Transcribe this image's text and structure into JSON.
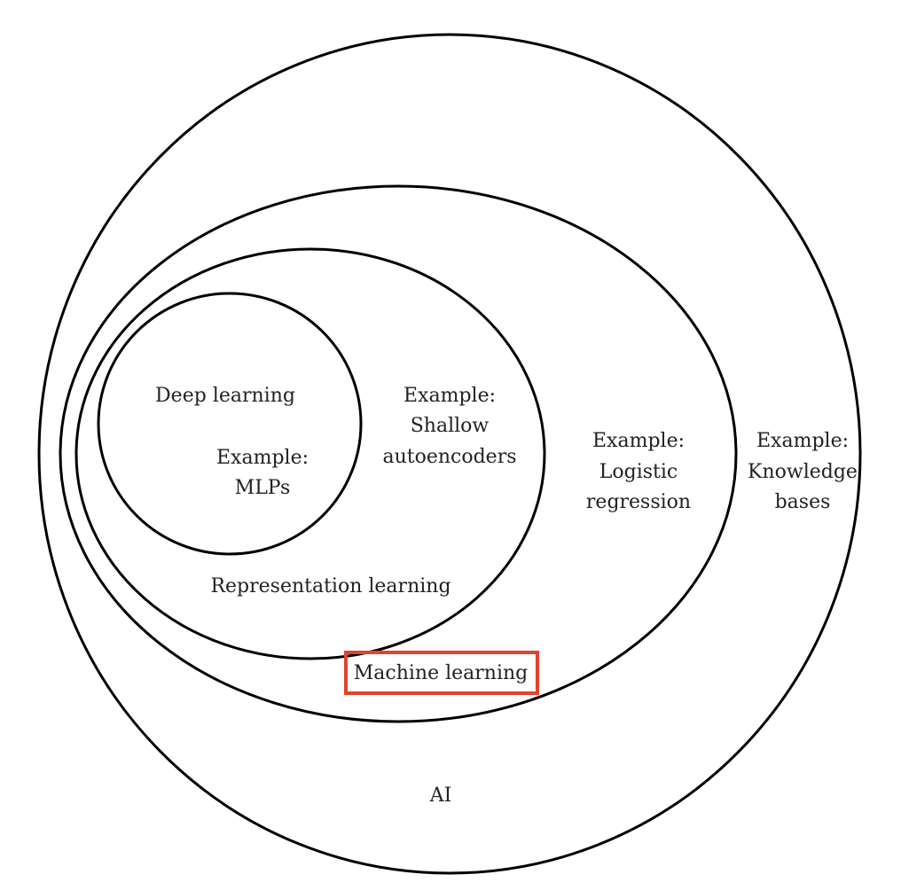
{
  "regions": {
    "ai": {
      "label": "AI",
      "example": [
        "Example:",
        "Knowledge",
        "bases"
      ]
    },
    "machine_learning": {
      "label": "Machine learning",
      "example": [
        "Example:",
        "Logistic",
        "regression"
      ]
    },
    "representation_learning": {
      "label": "Representation learning",
      "example": [
        "Example:",
        "Shallow",
        "autoencoders"
      ]
    },
    "deep_learning": {
      "label": "Deep learning",
      "example": [
        "Example:",
        "MLPs"
      ]
    }
  },
  "colors": {
    "outline": "#000000",
    "text": "#222222",
    "highlight": "#e0432f",
    "background": "#ffffff"
  }
}
